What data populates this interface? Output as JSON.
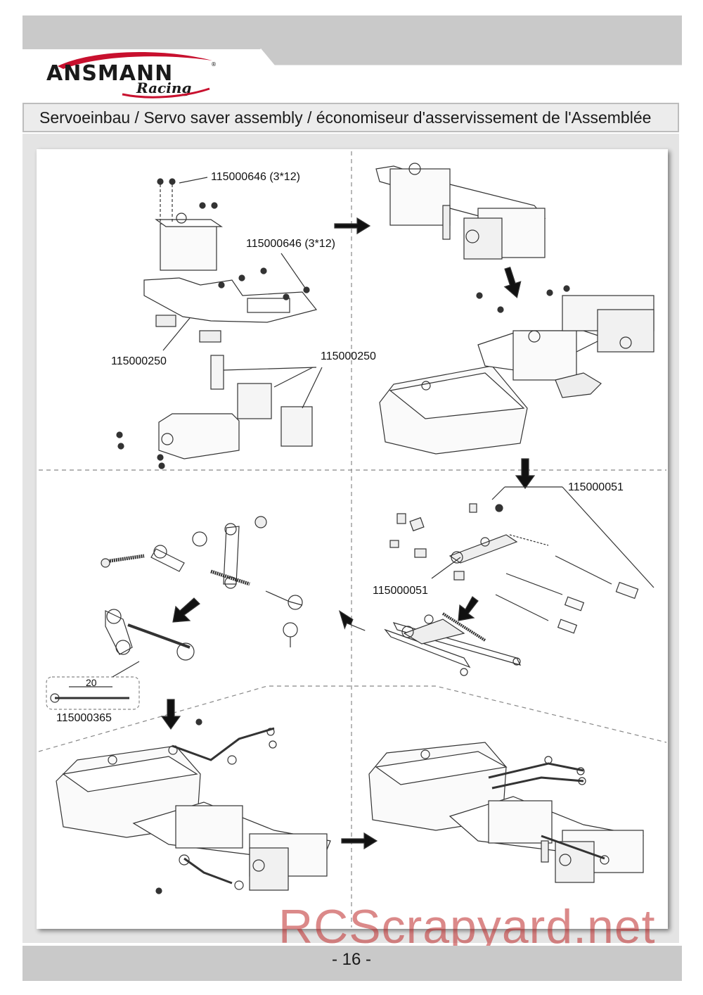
{
  "brand": {
    "name": "ANSMANN",
    "sub": "Racing"
  },
  "header": {
    "title": "Servoeinbau / Servo saver assembly / économiseur d'asservissement de l'Assemblée"
  },
  "labels": {
    "screw_top_1": "115000646 (3*12)",
    "screw_top_2": "115000646 (3*12)",
    "plate_left": "115000250",
    "plate_right": "115000250",
    "saver_top": "115000051",
    "saver_bottom": "115000051",
    "linkage": "115000365",
    "linkage_dim": "20"
  },
  "footer": {
    "page": "- 16 -"
  },
  "watermark": "RCScrapyard.net",
  "colors": {
    "header_gray": "#c9c9c9",
    "frame_gray": "#e4e4e4",
    "logo_red": "#c8102e"
  }
}
